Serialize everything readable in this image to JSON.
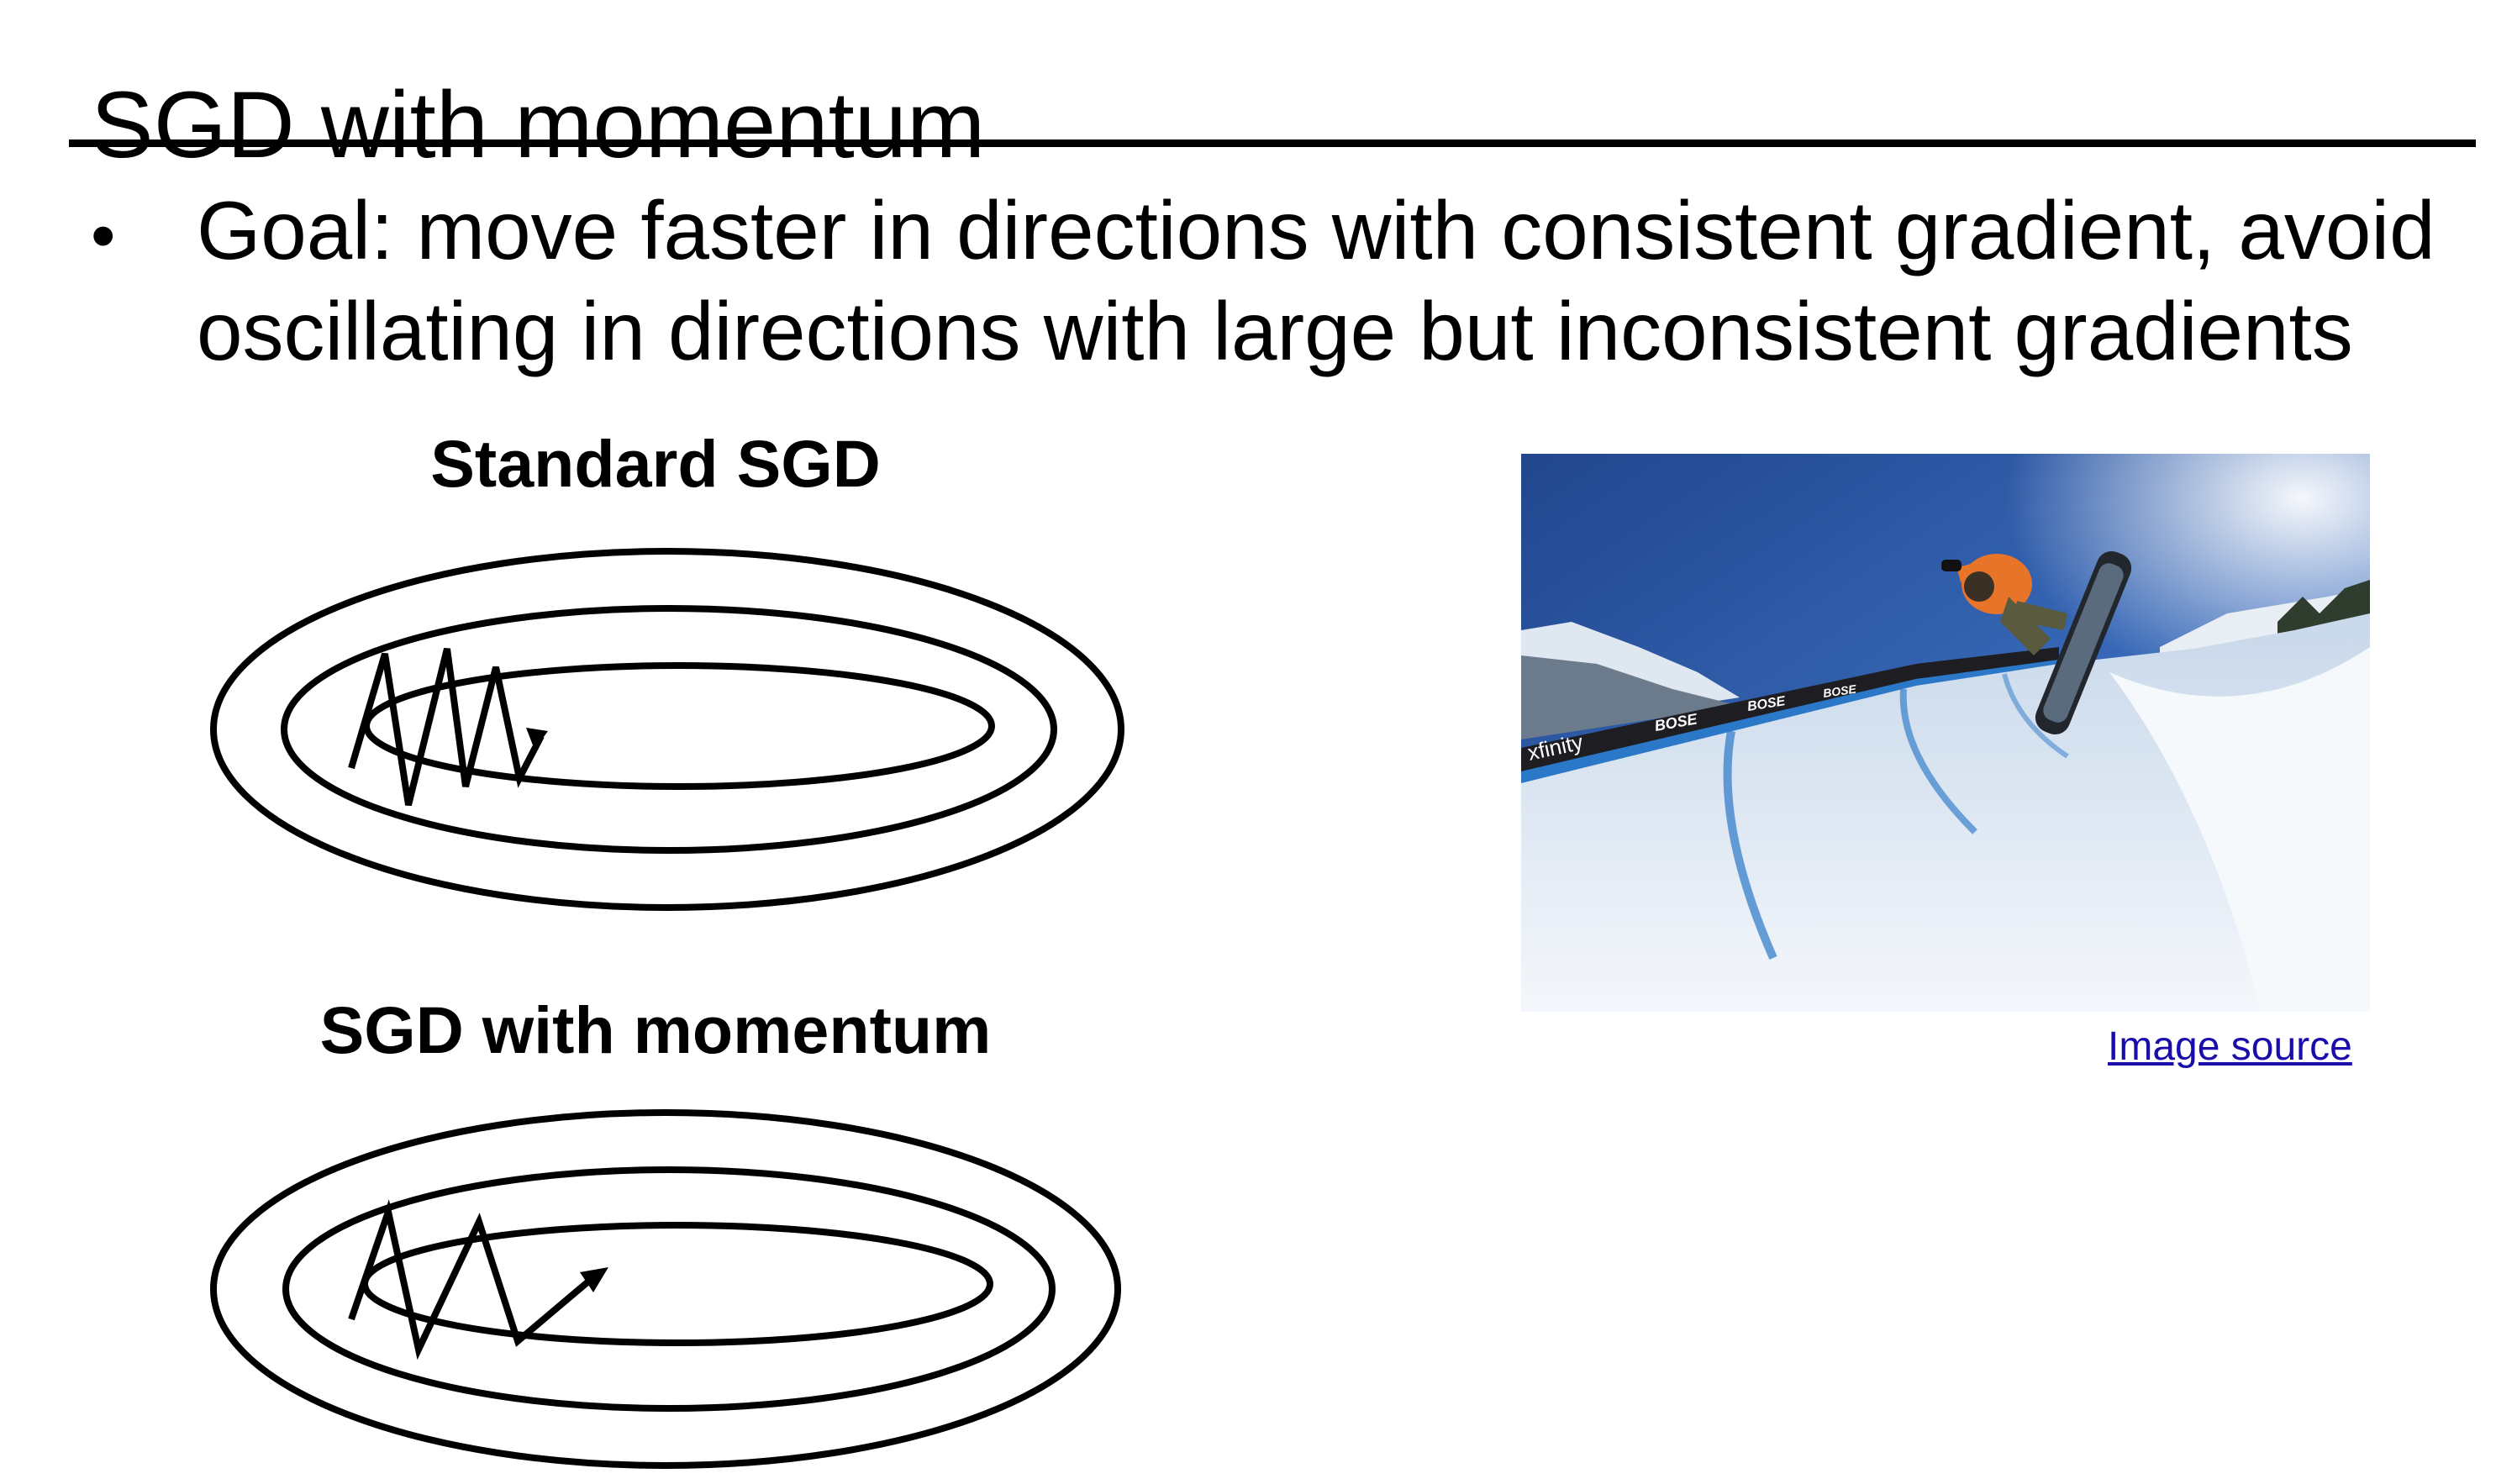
{
  "slide": {
    "title": "SGD with momentum",
    "bullet": "Goal: move faster in directions with consistent gradient, avoid oscillating in directions with large but inconsistent gradients"
  },
  "panels": {
    "standard": {
      "heading": "Standard SGD"
    },
    "momentum": {
      "heading": "SGD with momentum"
    }
  },
  "photo": {
    "subject": "snowboarder performing a trick on a halfpipe wall",
    "banner_text": "xfinity",
    "brand_text": "BOSE"
  },
  "link": {
    "label": "Image source"
  },
  "colors": {
    "text": "#000000",
    "link": "#1a0dab",
    "sky": "#2f5aa8",
    "snow": "#eef3f8",
    "dye": "#2b78c8",
    "jacket": "#e8742a"
  },
  "icons": {
    "bullet": "bullet-dot-icon",
    "arrow": "arrowhead-icon"
  }
}
